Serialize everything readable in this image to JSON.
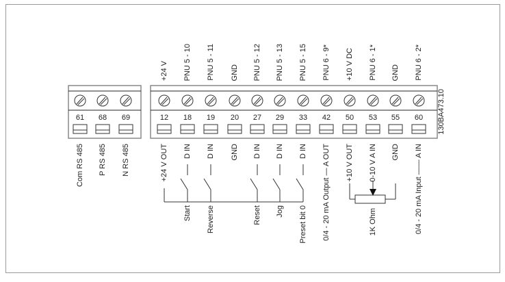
{
  "rs485_block": [
    {
      "number": "61",
      "bottom_label": "Com RS 485"
    },
    {
      "number": "68",
      "bottom_label": "P RS 485"
    },
    {
      "number": "69",
      "bottom_label": "N RS 485"
    }
  ],
  "main_block": [
    {
      "number": "12",
      "top_label": "+24 V",
      "bottom_label": "+24 V OUT",
      "function": ""
    },
    {
      "number": "18",
      "top_label": "PNU 5 - 10",
      "bottom_label": "D IN",
      "function": "Start"
    },
    {
      "number": "19",
      "top_label": "PNU 5 - 11",
      "bottom_label": "D IN",
      "function": "Reverse"
    },
    {
      "number": "20",
      "top_label": "GND",
      "bottom_label": "GND",
      "function": ""
    },
    {
      "number": "27",
      "top_label": "PNU 5 - 12",
      "bottom_label": "D IN",
      "function": "Reset"
    },
    {
      "number": "29",
      "top_label": "PNU 5 - 13",
      "bottom_label": "D IN",
      "function": "Jog"
    },
    {
      "number": "33",
      "top_label": "PNU 5 - 15",
      "bottom_label": "D IN",
      "function": "Preset bit 0"
    },
    {
      "number": "42",
      "top_label": "PNU 6 - 9*",
      "bottom_label": "0/4 - 20 mA Output — A OUT",
      "function": ""
    },
    {
      "number": "50",
      "top_label": "+10 V DC",
      "bottom_label": "+10 V OUT",
      "function": ""
    },
    {
      "number": "53",
      "top_label": "PNU 6 - 1*",
      "bottom_label": "0-10 V A IN",
      "function": ""
    },
    {
      "number": "55",
      "top_label": "GND",
      "bottom_label": "GND",
      "function": ""
    },
    {
      "number": "60",
      "top_label": "PNU 6 - 2*",
      "bottom_label": "0/4 - 20 mA Input —— A IN",
      "function": ""
    }
  ],
  "potentiometer_label": "1K Ohm",
  "drawing_id": "130BA473.10"
}
